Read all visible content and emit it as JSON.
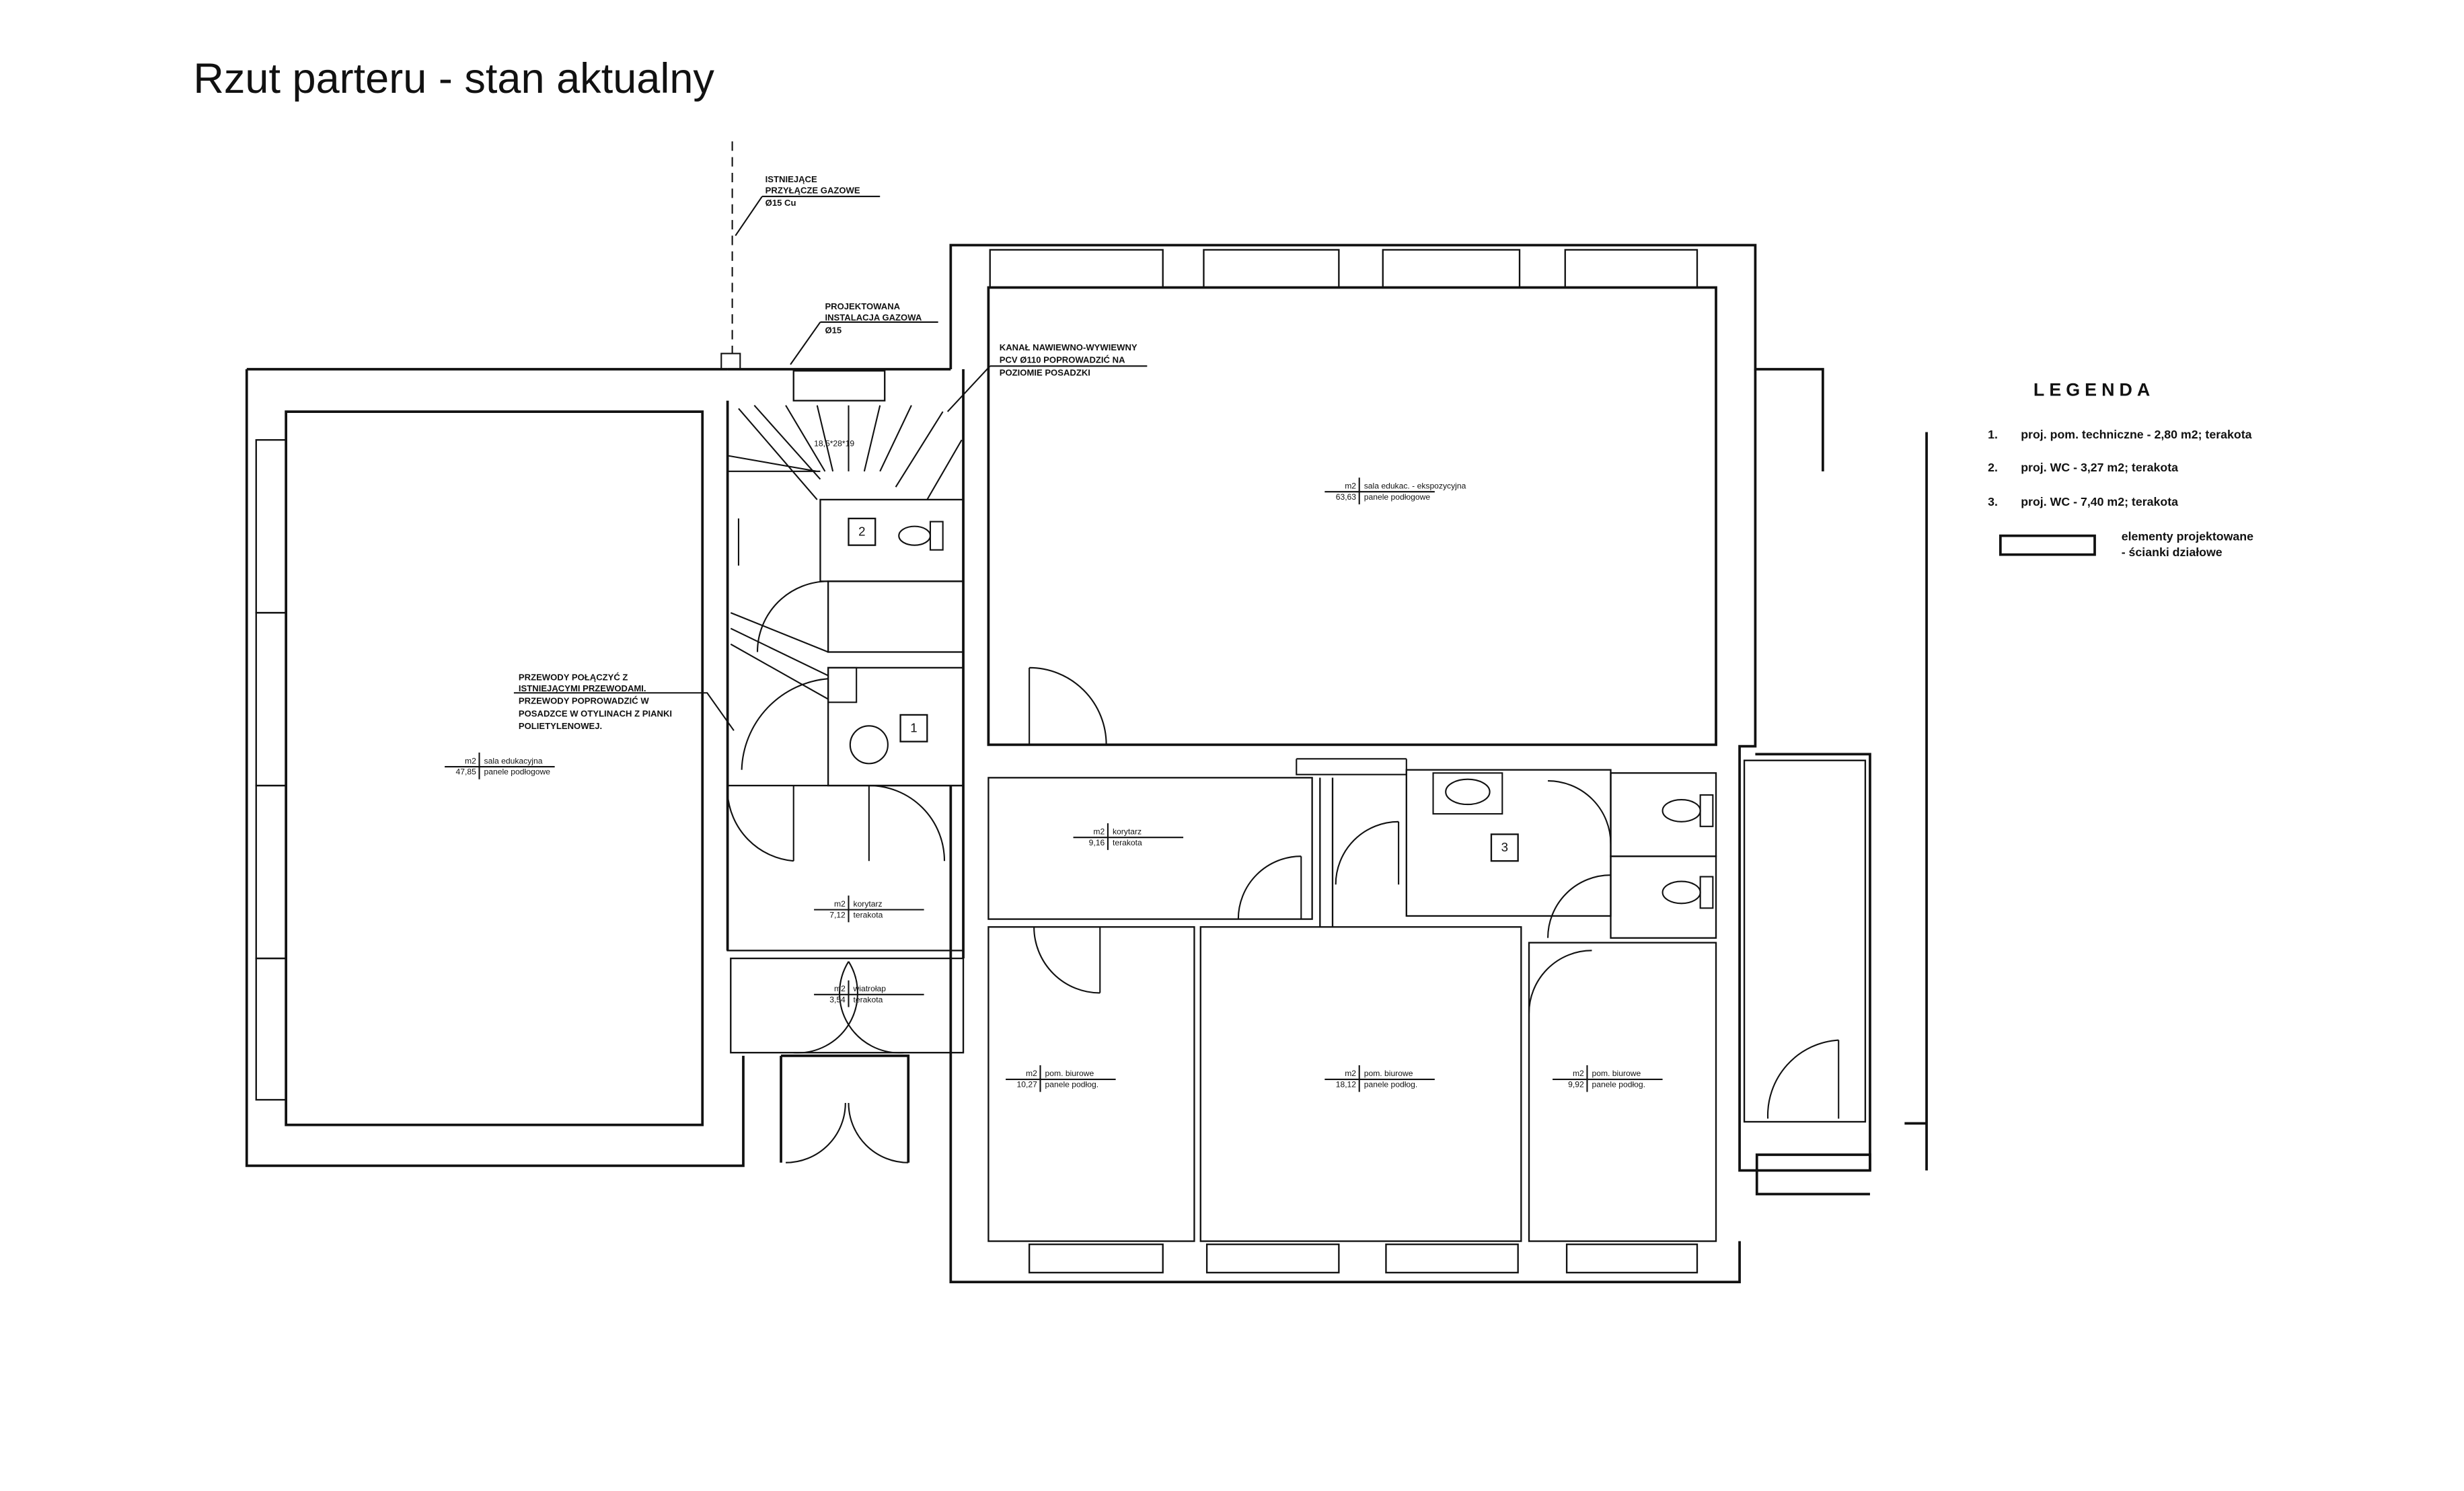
{
  "title": "Rzut parteru - stan aktualny",
  "legend": {
    "heading": "LEGENDA",
    "items": [
      {
        "num": "1.",
        "text": "proj. pom. techniczne - 2,80 m2; terakota"
      },
      {
        "num": "2.",
        "text": "proj. WC - 3,27 m2; terakota"
      },
      {
        "num": "3.",
        "text": "proj. WC - 7,40 m2; terakota"
      }
    ],
    "symbol_line1": "elementy projektowane",
    "symbol_line2": "- ścianki działowe"
  },
  "notes": {
    "gas_existing": [
      "ISTNIEJĄCE",
      "PRZYŁĄCZE GAZOWE",
      "Ø15 Cu"
    ],
    "gas_projected": [
      "PROJEKTOWANA",
      "INSTALACJA GAZOWA",
      "Ø15"
    ],
    "vent_channel": [
      "KANAŁ NAWIEWNO-WYWIEWNY",
      "PCV Ø110 POPROWADZIĆ NA",
      "POZIOMIE POSADZKI"
    ],
    "wires": [
      "PRZEWODY POŁĄCZYĆ Z",
      "ISTNIEJĄCYMI PRZEWODAMI.",
      "PRZEWODY POPROWADZIĆ W",
      "POSADZCE W OTYLINACH Z PIANKI",
      "POLIETYLENOWEJ."
    ],
    "stairs": "18,5*28*19"
  },
  "rooms": [
    {
      "unit": "m2",
      "area": "47,85",
      "name": "sala edukacyjna",
      "finish": "panele podłogowe"
    },
    {
      "unit": "m2",
      "area": "63,63",
      "name": "sala edukac. - ekspozycyjna",
      "finish": "panele podłogowe"
    },
    {
      "unit": "m2",
      "area": "7,12",
      "name": "korytarz",
      "finish": "terakota"
    },
    {
      "unit": "m2",
      "area": "3,54",
      "name": "wiatrołap",
      "finish": "terakota"
    },
    {
      "unit": "m2",
      "area": "9,16",
      "name": "korytarz",
      "finish": "terakota"
    },
    {
      "unit": "m2",
      "area": "10,27",
      "name": "pom. biurowe",
      "finish": "panele podłog."
    },
    {
      "unit": "m2",
      "area": "18,12",
      "name": "pom. biurowe",
      "finish": "panele podłog."
    },
    {
      "unit": "m2",
      "area": "9,92",
      "name": "pom. biurowe",
      "finish": "panele podłog."
    }
  ],
  "room_numbers": [
    "1",
    "2",
    "3"
  ]
}
